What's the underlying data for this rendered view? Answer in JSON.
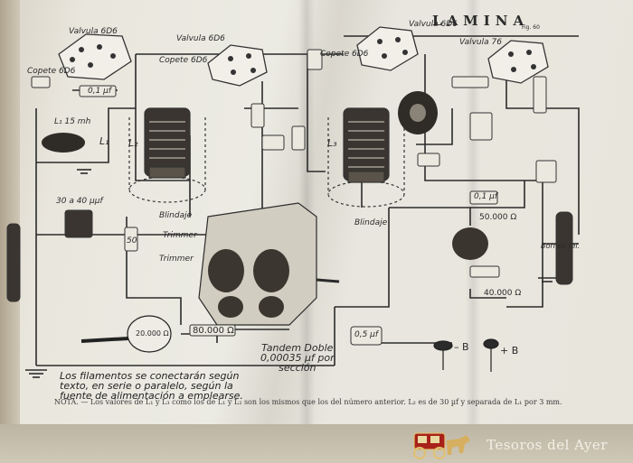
{
  "header": {
    "title": "LAMINA",
    "fig_label": "Fig. 60"
  },
  "labels": {
    "valvula_6d6_left": "Valvula 6D6",
    "valvula_6d6_mid": "Valvula 6D6",
    "valvula_6d6_right": "Valvula 6D6",
    "valvula_76": "Valvula 76",
    "copete_left": "Copete 6D6",
    "copete_mid": "Copete 6D6",
    "copete_corner": "Copete 6D6",
    "l1": "L₁",
    "l2": "L₂",
    "l3": "L₃",
    "l_value": "L₁ 15 mh",
    "cond_01_left": "0,1 µf",
    "cond_01_right": "0,1 µf",
    "cond_30_40": "30 a 40 µµf",
    "res_50": "50",
    "blindaje_left": "Blindaje",
    "blindaje_right": "Blindaje",
    "trimmer_top": "Trimmer",
    "trimmer_bottom": "Trimmer",
    "res_80000": "80.000 Ω",
    "res_50000": "50.000 Ω",
    "res_40000": "40.000 Ω",
    "pot_20000": "20.000 Ω",
    "cond_05": "0,5 µf",
    "minus_b": "– B",
    "plus_b": "+ B",
    "bornes_tel": "Bornes tel."
  },
  "tandem_caption": "Tandem Doble\n0,00035 µf por\nsección",
  "handwritten_note": "Los filamentos se conectarán según\ntexto, en serie o paralelo, según la\nfuente de alimentación a emplearse.",
  "printed_note": "NOTA. — Los valores de L₁ y L₃ como los de L₁ y L₂ son los mismos que los del número anterior. L₂ es de 30 µf y separada de L₁ por 3 mm.",
  "watermark": {
    "brand": "Tesoros del Ayer"
  }
}
